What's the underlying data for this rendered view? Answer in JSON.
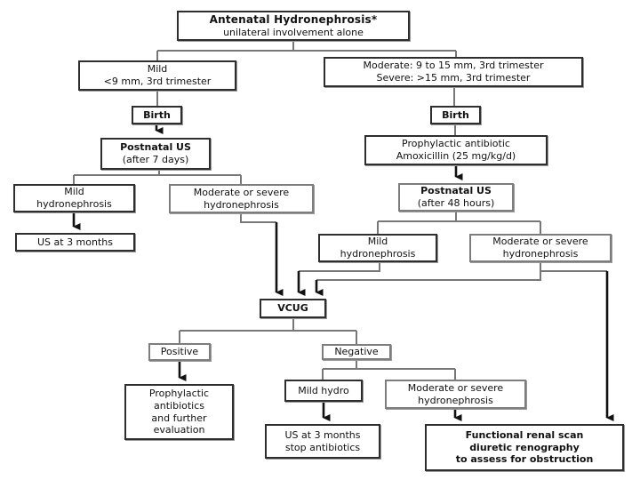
{
  "diagram": {
    "title": "Antenatal Hydronephrosis management flowchart",
    "colors": {
      "background": "#ffffff",
      "box_border_dark": "#2e2e2e",
      "box_border_gray": "#7d7d7d",
      "connector_line": "#787878",
      "arrow_line": "#111111",
      "text": "#111111"
    },
    "nodes": {
      "antenatal": {
        "line1": "Antenatal Hydronephrosis*",
        "line2": "unilateral involvement alone"
      },
      "mild_criteria": {
        "line1": "Mild",
        "line2": "<9 mm, 3rd trimester"
      },
      "modsev_criteria": {
        "line1": "Moderate: 9 to 15 mm, 3rd trimester",
        "line2": "Severe: >15 mm, 3rd trimester"
      },
      "birth_left": {
        "line1": "Birth"
      },
      "birth_right": {
        "line1": "Birth"
      },
      "postnatal_left": {
        "line1": "Postnatal US",
        "line2": "(after 7 days)"
      },
      "prophylactic_antibiotic": {
        "line1": "Prophylactic antibiotic",
        "line2": "Amoxicillin (25 mg/kg/d)"
      },
      "mild_hydro_left": {
        "line1": "Mild",
        "line2": "hydronephrosis"
      },
      "modsev_left": {
        "line1": "Moderate or severe",
        "line2": "hydronephrosis"
      },
      "us_3_months_left": {
        "line1": "US at 3 months"
      },
      "postnatal_right": {
        "line1": "Postnatal US",
        "line2": "(after 48 hours)"
      },
      "mild_hydro_right": {
        "line1": "Mild",
        "line2": "hydronephrosis"
      },
      "modsev_right": {
        "line1": "Moderate or severe",
        "line2": "hydronephrosis"
      },
      "vcug": {
        "line1": "VCUG"
      },
      "positive": {
        "line1": "Positive"
      },
      "negative": {
        "line1": "Negative"
      },
      "prophylactic_eval": {
        "line1": "Prophylactic",
        "line2": "antibiotics",
        "line3": "and further",
        "line4": "evaluation"
      },
      "mild_hydro_neg": {
        "line1": "Mild hydro"
      },
      "modsev_neg": {
        "line1": "Moderate or severe",
        "line2": "hydronephrosis"
      },
      "us_3_months_stop": {
        "line1": "US at 3 months",
        "line2": "stop antibiotics"
      },
      "functional_scan": {
        "line1": "Functional renal scan",
        "line2": "diuretic renography",
        "line3": "to assess for obstruction"
      }
    }
  }
}
